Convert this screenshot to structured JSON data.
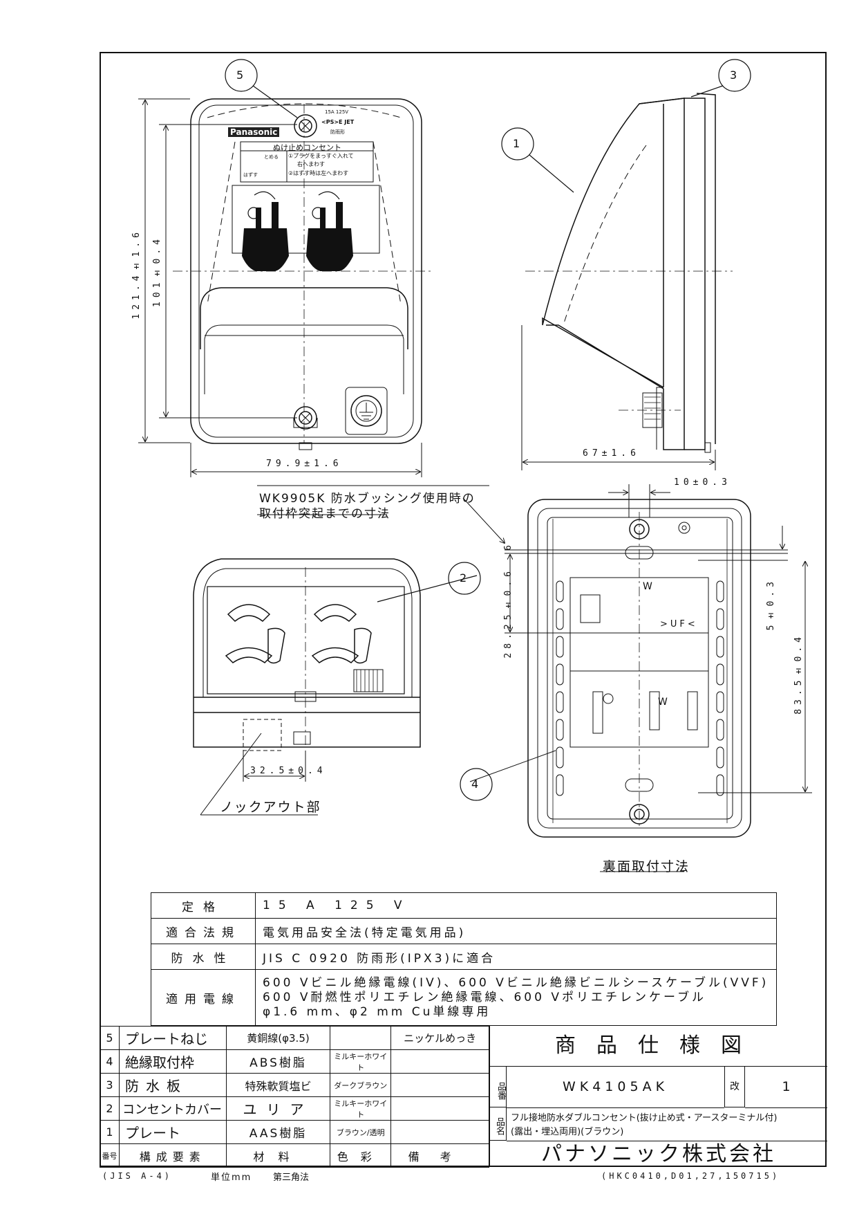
{
  "callouts": [
    "5",
    "3",
    "1",
    "2",
    "4"
  ],
  "front": {
    "brand": "Panasonic",
    "rating_small": "15A 125V",
    "cert_mark": "<PS>E JET",
    "rain_label": "防雨形",
    "lock_title": "ぬけ止めコンセント",
    "lock_step1": "①プラグをまっすぐ入れて",
    "lock_step1b": "右へまわす",
    "lock_step2": "②はずす時は左へまわす",
    "lock_left1": "はずす",
    "lock_left2": "とめる",
    "dim_width": "79.9±1.6",
    "dim_height_outer": "121.4±1.6",
    "dim_height_inner": "101±0.4"
  },
  "side": {
    "dim_depth": "67±1.6"
  },
  "bottom_view": {
    "note_line1": "WK9905K 防水ブッシング使用時の",
    "note_line2": "取付枠突起までの寸法",
    "dim_knockout": "32.5±0.4",
    "knockout_label": "ノックアウト部"
  },
  "back": {
    "dim_top": "10±0.3",
    "dim_left_small": "6",
    "dim_left": "28.25±0.6",
    "dim_right_small": "5±0.3",
    "dim_right": "83.5±0.4",
    "label_uf": ">UF<",
    "label_w1": "W",
    "label_w2": "W",
    "caption": "裏面取付寸法"
  },
  "spec": [
    {
      "head": "定格",
      "value": "15 A 125 V"
    },
    {
      "head": "適合法規",
      "value": "電気用品安全法(特定電気用品)"
    },
    {
      "head": "防水性",
      "value": "JIS C 0920 防雨形(IPX3)に適合"
    },
    {
      "head": "適用電線",
      "lines": [
        "600 Vビニル絶縁電線(IV)、600 Vビニル絶縁ビニルシースケーブル(VVF)",
        "600 V耐燃性ポリエチレン絶縁電線、600 Vポリエチレンケーブル",
        "φ1.6 mm、φ2 mm Cu単線専用"
      ]
    }
  ],
  "bom": {
    "header": {
      "no": "番号",
      "part": "構成要素",
      "material": "材料",
      "color": "色彩",
      "remarks": "備考"
    },
    "rows": [
      {
        "no": "5",
        "part": "プレートねじ",
        "material": "黄銅線(φ3.5)",
        "color": "",
        "remarks": "ニッケルめっき"
      },
      {
        "no": "4",
        "part": "絶縁取付枠",
        "material": "ABS樹脂",
        "color": "ミルキーホワイト",
        "remarks": ""
      },
      {
        "no": "3",
        "part": "防水板",
        "material": "特殊軟質塩ビ",
        "color": "ダークブラウン",
        "remarks": ""
      },
      {
        "no": "2",
        "part": "コンセントカバー",
        "material": "ユリア",
        "color": "ミルキーホワイト",
        "remarks": ""
      },
      {
        "no": "1",
        "part": "プレート",
        "material": "AAS樹脂",
        "color": "ブラウン/透明",
        "remarks": ""
      }
    ]
  },
  "title_block": {
    "title": "商品仕様図",
    "part_no_label": "品番",
    "part_no": "WK4105AK",
    "rev_label": "改",
    "rev": "1",
    "name_label": "品名",
    "name_line1": "フル接地防水ダブルコンセント(抜け止め式・アースターミナル付)",
    "name_line2": "(露出・埋込両用)(ブラウン)",
    "company": "パナソニック株式会社"
  },
  "footer": {
    "left": "(JIS A-4)",
    "unit": "単位mm",
    "projection": "第三角法",
    "code": "(HKC0410,D01,27,150715)"
  }
}
